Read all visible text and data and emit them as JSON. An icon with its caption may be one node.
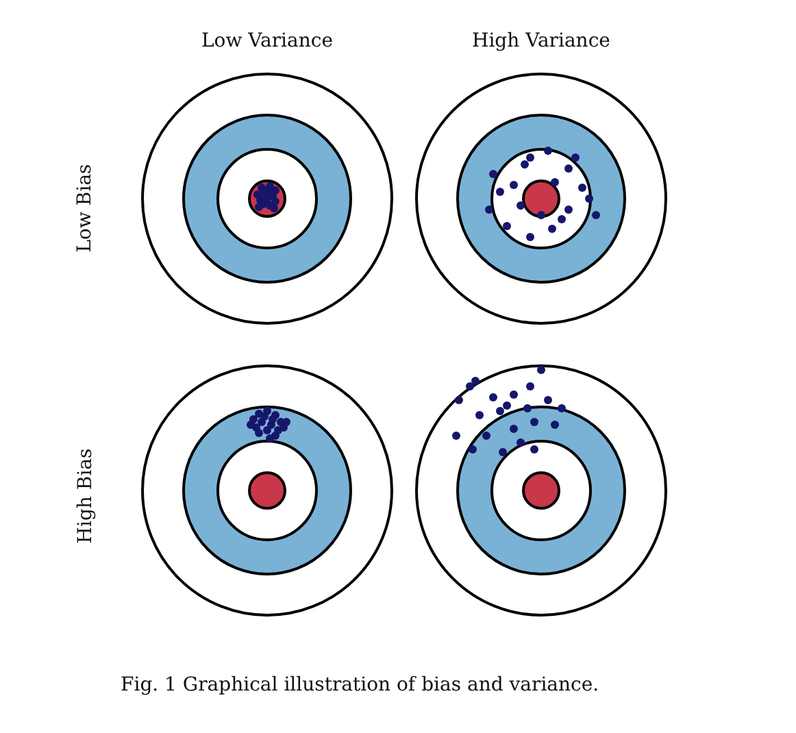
{
  "diagram": {
    "caption": "Fig. 1 Graphical illustration of bias and variance.",
    "labels": [
      "Low Variance",
      "High Variance",
      "Low Bias",
      "High Bias"
    ]
  }
}
